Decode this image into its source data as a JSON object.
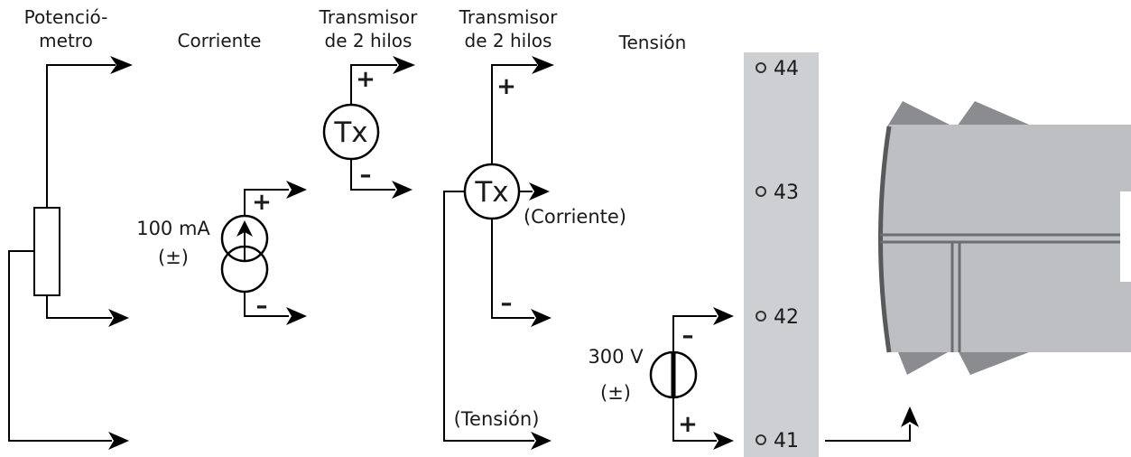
{
  "headers": {
    "potentiometer": [
      "Potenció-",
      "metro"
    ],
    "current": "Corriente",
    "transmitter_a": [
      "Transmisor",
      "de 2 hilos"
    ],
    "transmitter_b": [
      "Transmisor",
      "de 2 hilos"
    ],
    "voltage": "Tensión"
  },
  "labels": {
    "current_value": "100 mA",
    "current_polarity": "(±)",
    "voltage_value": "300 V",
    "voltage_polarity": "(±)",
    "tx_symbol": "Tx",
    "tx_current_output": "(Corriente)",
    "tx_voltage_output": "(Tensión)",
    "plus": "+",
    "minus": "–"
  },
  "terminals": {
    "t44": "44",
    "t43": "43",
    "t42": "42",
    "t41": "41"
  },
  "colors": {
    "terminal_strip": "#cdcfd2",
    "device_body": "#bdbfc2",
    "device_clips": "#8a8c8f",
    "wire": "#000000"
  }
}
